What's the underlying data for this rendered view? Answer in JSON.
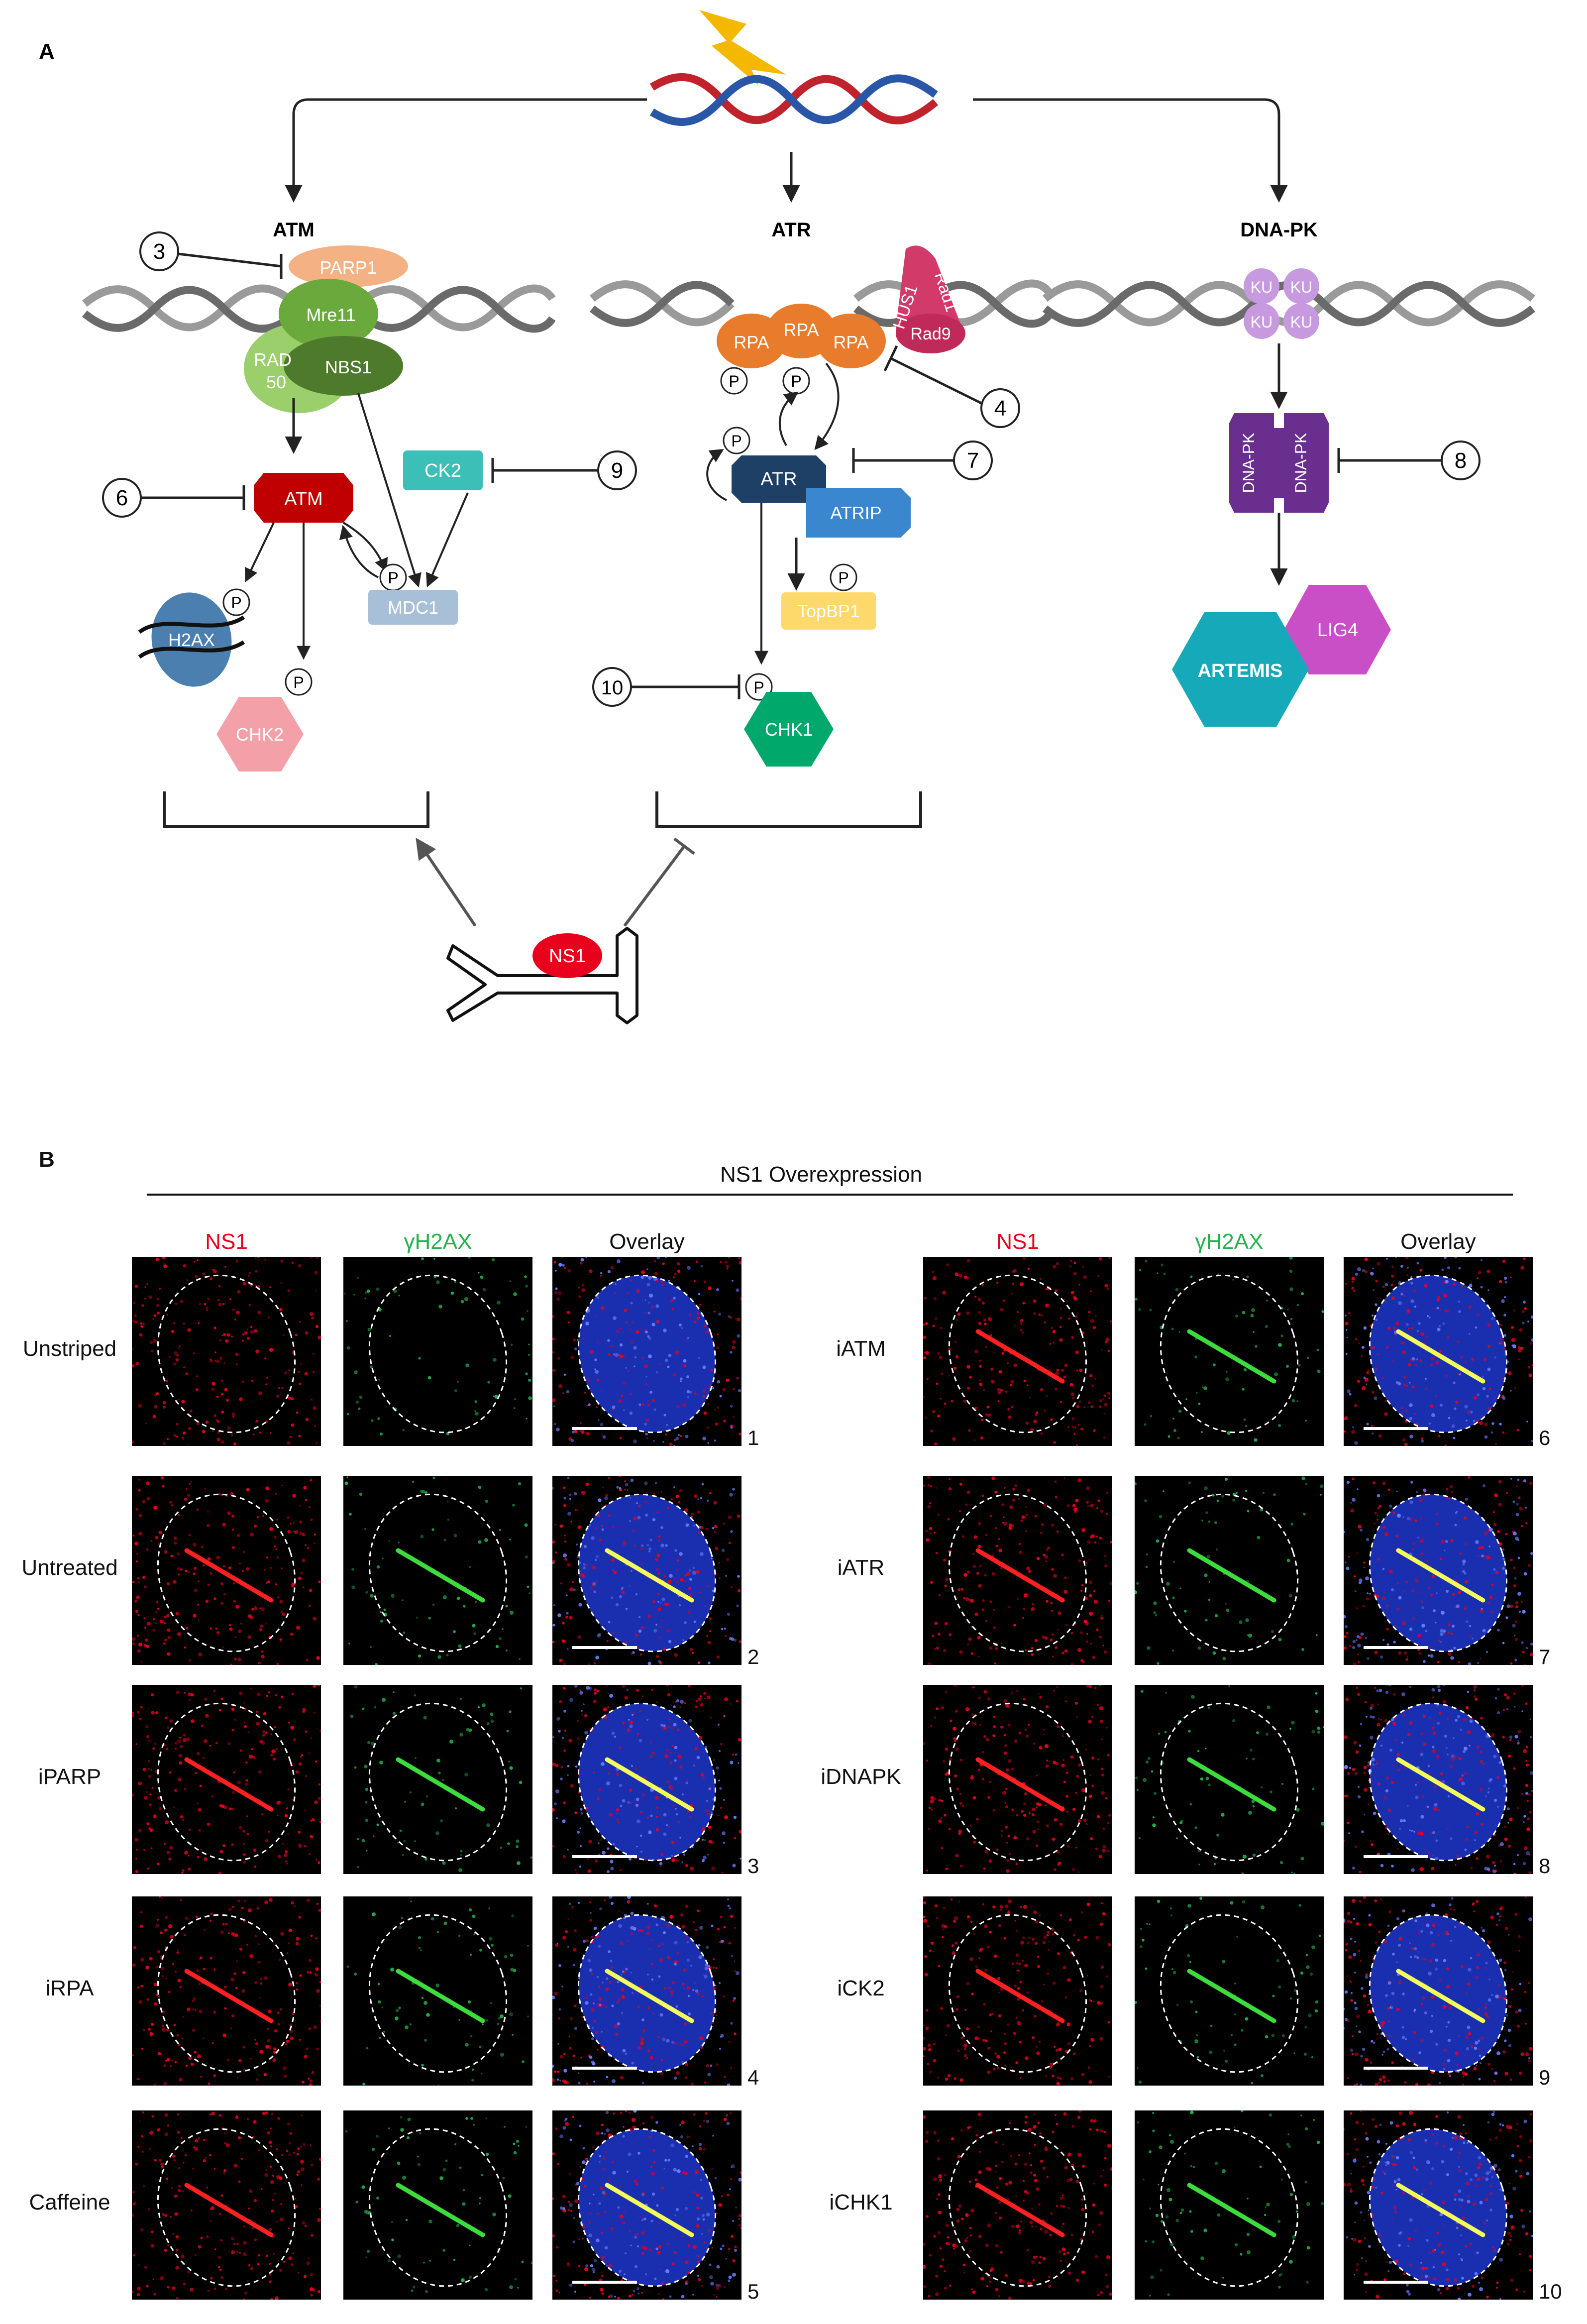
{
  "panelA": {
    "letter": "A",
    "pathways": {
      "atm": "ATM",
      "atr": "ATR",
      "dnapk": "DNA-PK"
    },
    "proteins": {
      "parp1": "PARP1",
      "mre11": "Mre11",
      "rad50": "RAD 50",
      "nbs1": "NBS1",
      "atm": "ATM",
      "ck2": "CK2",
      "mdc1": "MDC1",
      "h2ax": "H2AX",
      "chk2": "CHK2",
      "rpa": "RPA",
      "hus1": "HUS1",
      "rad1": "Rad1",
      "rad9": "Rad9",
      "atr": "ATR",
      "atrip": "ATRIP",
      "topbp1": "TopBP1",
      "chk1": "CHK1",
      "ku": "KU",
      "dnapk": "DNA-PK",
      "artemis": "ARTEMIS",
      "lig4": "LIG4",
      "ns1": "NS1"
    },
    "phospho": "P",
    "inhibitors": [
      "3",
      "6",
      "9",
      "4",
      "7",
      "8",
      "10"
    ],
    "colors": {
      "dna_red": "#c0232c",
      "dna_blue": "#2a56a8",
      "bolt": "#f5b800",
      "parp1": "#f4b183",
      "mrn": "#6aaa3c",
      "nbs1": "#4e7a2c",
      "atm": "#c00000",
      "ck2": "#3cbfb6",
      "mdc1": "#a8bfd8",
      "h2ax": "#4a7fb0",
      "chk2": "#f4a0a8",
      "rpa": "#e97b2c",
      "rad911": "#d23a6a",
      "atr": "#1e3f66",
      "atrip": "#3a86cf",
      "topbp1": "#fdd86a",
      "chk1": "#00a86b",
      "ku": "#c79ae0",
      "dnapk": "#6a2e8e",
      "artemis": "#16a9b9",
      "lig4": "#c94fc6",
      "ns1": "#e8001c"
    }
  },
  "panelB": {
    "letter": "B",
    "title": "NS1 Overexpression",
    "columns": [
      "NS1",
      "γH2AX",
      "Overlay"
    ],
    "column_colors": [
      "#e8001c",
      "#22b14c",
      "#111111"
    ],
    "left_rows": [
      {
        "label": "Unstriped",
        "num": "1"
      },
      {
        "label": "Untreated",
        "num": "2"
      },
      {
        "label": "iPARP",
        "num": "3"
      },
      {
        "label": "iRPA",
        "num": "4"
      },
      {
        "label": "Caffeine",
        "num": "5"
      }
    ],
    "right_rows": [
      {
        "label": "iATM",
        "num": "6"
      },
      {
        "label": "iATR",
        "num": "7"
      },
      {
        "label": "iDNAPK",
        "num": "8"
      },
      {
        "label": "iCK2",
        "num": "9"
      },
      {
        "label": "iCHK1",
        "num": "10"
      }
    ]
  }
}
